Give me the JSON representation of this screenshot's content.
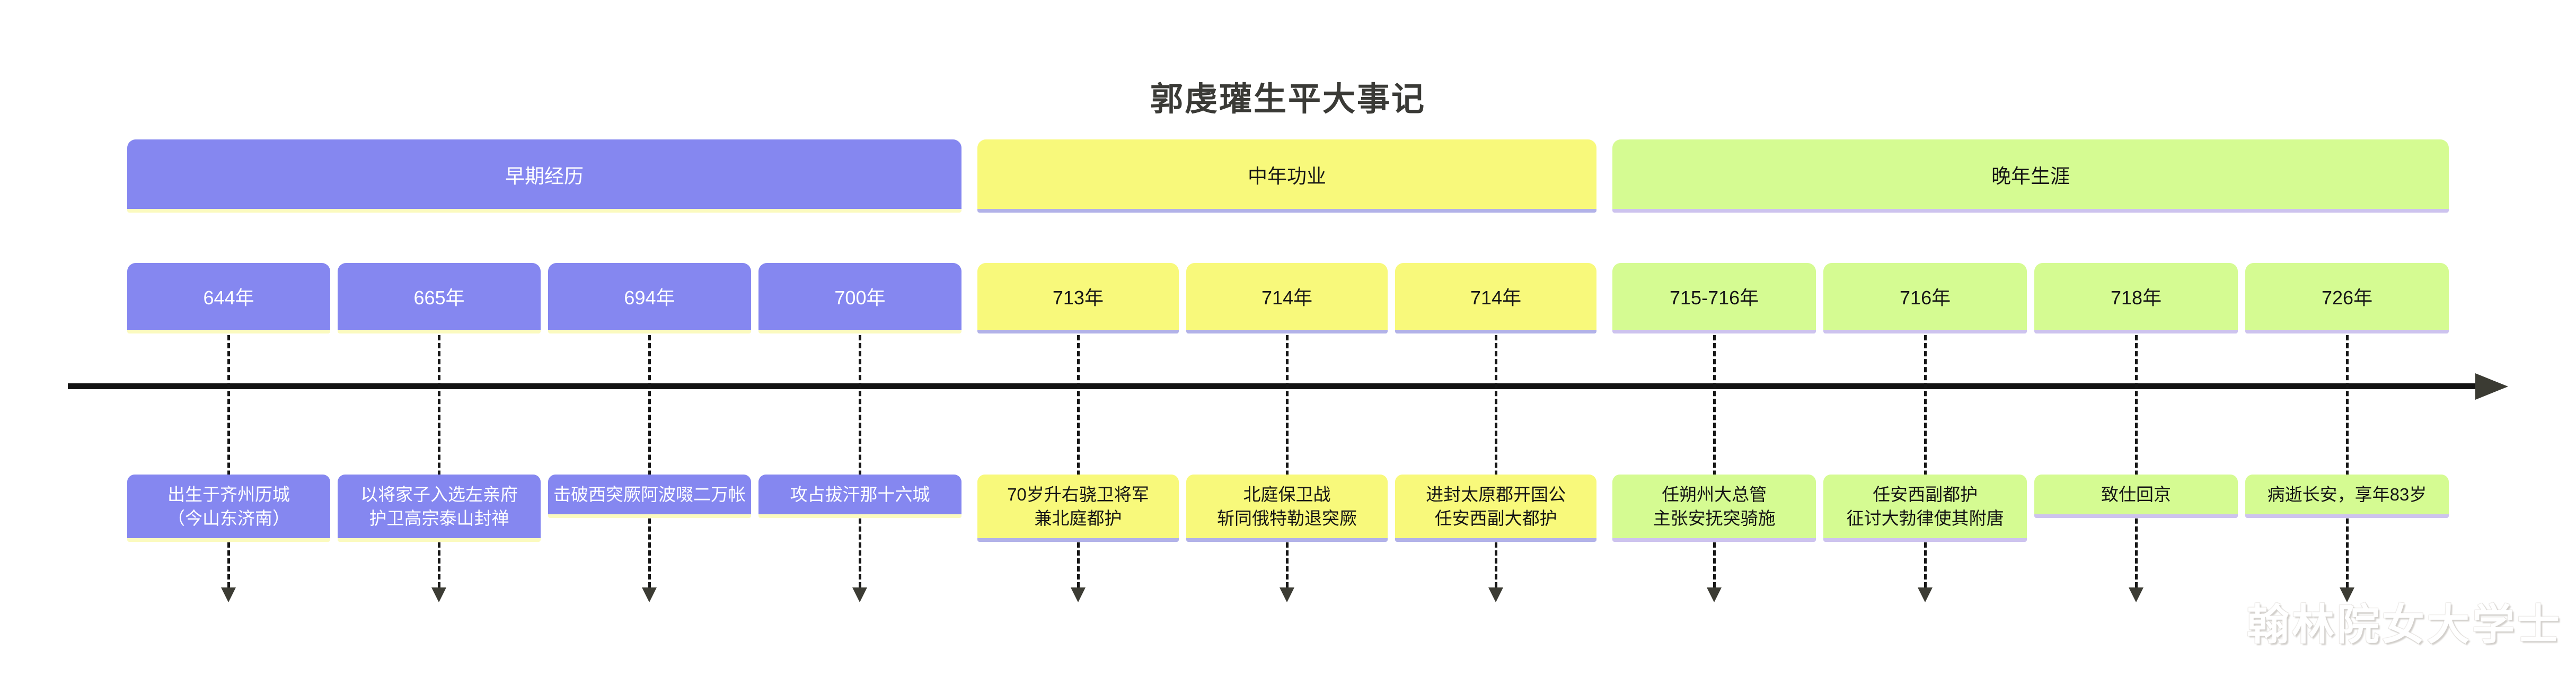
{
  "title": "郭虔瓘生平大事记",
  "watermark": "翰林院女大学士",
  "colors": {
    "early_fill": "#8587f0",
    "middle_fill": "#f8f97b",
    "late_fill": "#d5fb92",
    "early_strip": "#fbfabf",
    "middle_strip": "#b2b2e8",
    "late_strip": "#cdc3ee",
    "axis": "#131313",
    "arrowhead": "#3c3c34",
    "title_text": "#3a3a36"
  },
  "groups": [
    {
      "label": "早期经历",
      "items": [
        {
          "year": "644年",
          "event": "出生于齐州历城\n（今山东济南）"
        },
        {
          "year": "665年",
          "event": "以将家子入选左亲府\n护卫高宗泰山封禅"
        },
        {
          "year": "694年",
          "event": "击破西突厥阿波啜二万帐"
        },
        {
          "year": "700年",
          "event": "攻占拔汗那十六城"
        }
      ]
    },
    {
      "label": "中年功业",
      "items": [
        {
          "year": "713年",
          "event": "70岁升右骁卫将军\n兼北庭都护"
        },
        {
          "year": "714年",
          "event": "北庭保卫战\n斩同俄特勒退突厥"
        },
        {
          "year": "714年",
          "event": "进封太原郡开国公\n任安西副大都护"
        }
      ]
    },
    {
      "label": "晚年生涯",
      "items": [
        {
          "year": "715-716年",
          "event": "任朔州大总管\n主张安抚突骑施"
        },
        {
          "year": "716年",
          "event": "任安西副都护\n征讨大勃律使其附唐"
        },
        {
          "year": "718年",
          "event": "致仕回京"
        },
        {
          "year": "726年",
          "event": "病逝长安，享年83岁"
        }
      ]
    }
  ]
}
